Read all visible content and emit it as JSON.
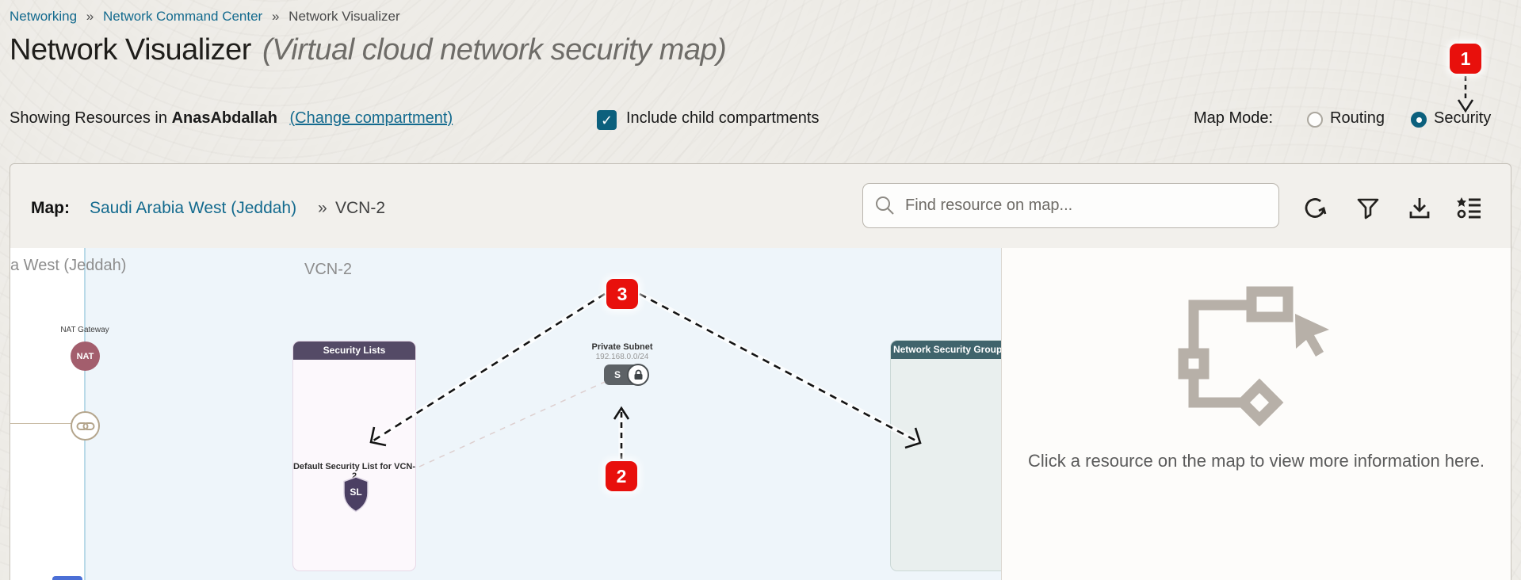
{
  "breadcrumb": {
    "separator": "»",
    "items": [
      {
        "label": "Networking"
      },
      {
        "label": "Network Command Center"
      },
      {
        "label": "Network Visualizer"
      }
    ]
  },
  "header": {
    "title": "Network Visualizer",
    "subtitle": "(Virtual cloud network security map)"
  },
  "compartment_bar": {
    "prefix": "Showing Resources in",
    "compartment": "AnasAbdallah",
    "change_link": "(Change compartment)",
    "include_children_label": "Include child compartments",
    "include_children_checked": true
  },
  "map_mode": {
    "label": "Map Mode:",
    "options": [
      {
        "label": "Routing",
        "selected": false
      },
      {
        "label": "Security",
        "selected": true
      }
    ]
  },
  "annotations": {
    "badge1": "1",
    "badge2": "2",
    "badge3": "3"
  },
  "toolbar": {
    "map_label": "Map:",
    "region_link": "Saudi Arabia West (Jeddah)",
    "separator": "»",
    "vcn": "VCN-2",
    "search_placeholder": "Find resource on map...",
    "icons": [
      "search-icon",
      "refresh-icon",
      "filter-icon",
      "download-icon",
      "legend-list-icon"
    ]
  },
  "map": {
    "region_label": "a West (Jeddah)",
    "vcn_label": "VCN-2",
    "nodes": {
      "nat_gateway": {
        "label": "NAT Gateway",
        "abbr": "NAT",
        "color": "#a35e6d"
      },
      "link_node": {
        "icon": "chain-link-icon"
      },
      "private_subnet": {
        "name": "Private Subnet",
        "cidr": "192.168.0.0/24",
        "abbr": "S",
        "icon": "padlock-icon",
        "color": "#5d6266"
      },
      "security_lists": {
        "title": "Security Lists",
        "item": "Default Security List for VCN-2",
        "abbr": "SL",
        "header_color": "#544a66",
        "shield_color": "#4b3f63"
      },
      "network_security_groups": {
        "title": "Network Security Groups",
        "header_color": "#40646c"
      }
    }
  },
  "details_panel": {
    "icon": "topology-cursor-icon",
    "message": "Click a resource on the map to view more information here."
  },
  "colors": {
    "accent_teal": "#0c607d",
    "link_teal": "#136a8e",
    "badge_red": "#e8100c",
    "vcn_fill": "#eef5fa",
    "page_background": "#edebe6"
  }
}
